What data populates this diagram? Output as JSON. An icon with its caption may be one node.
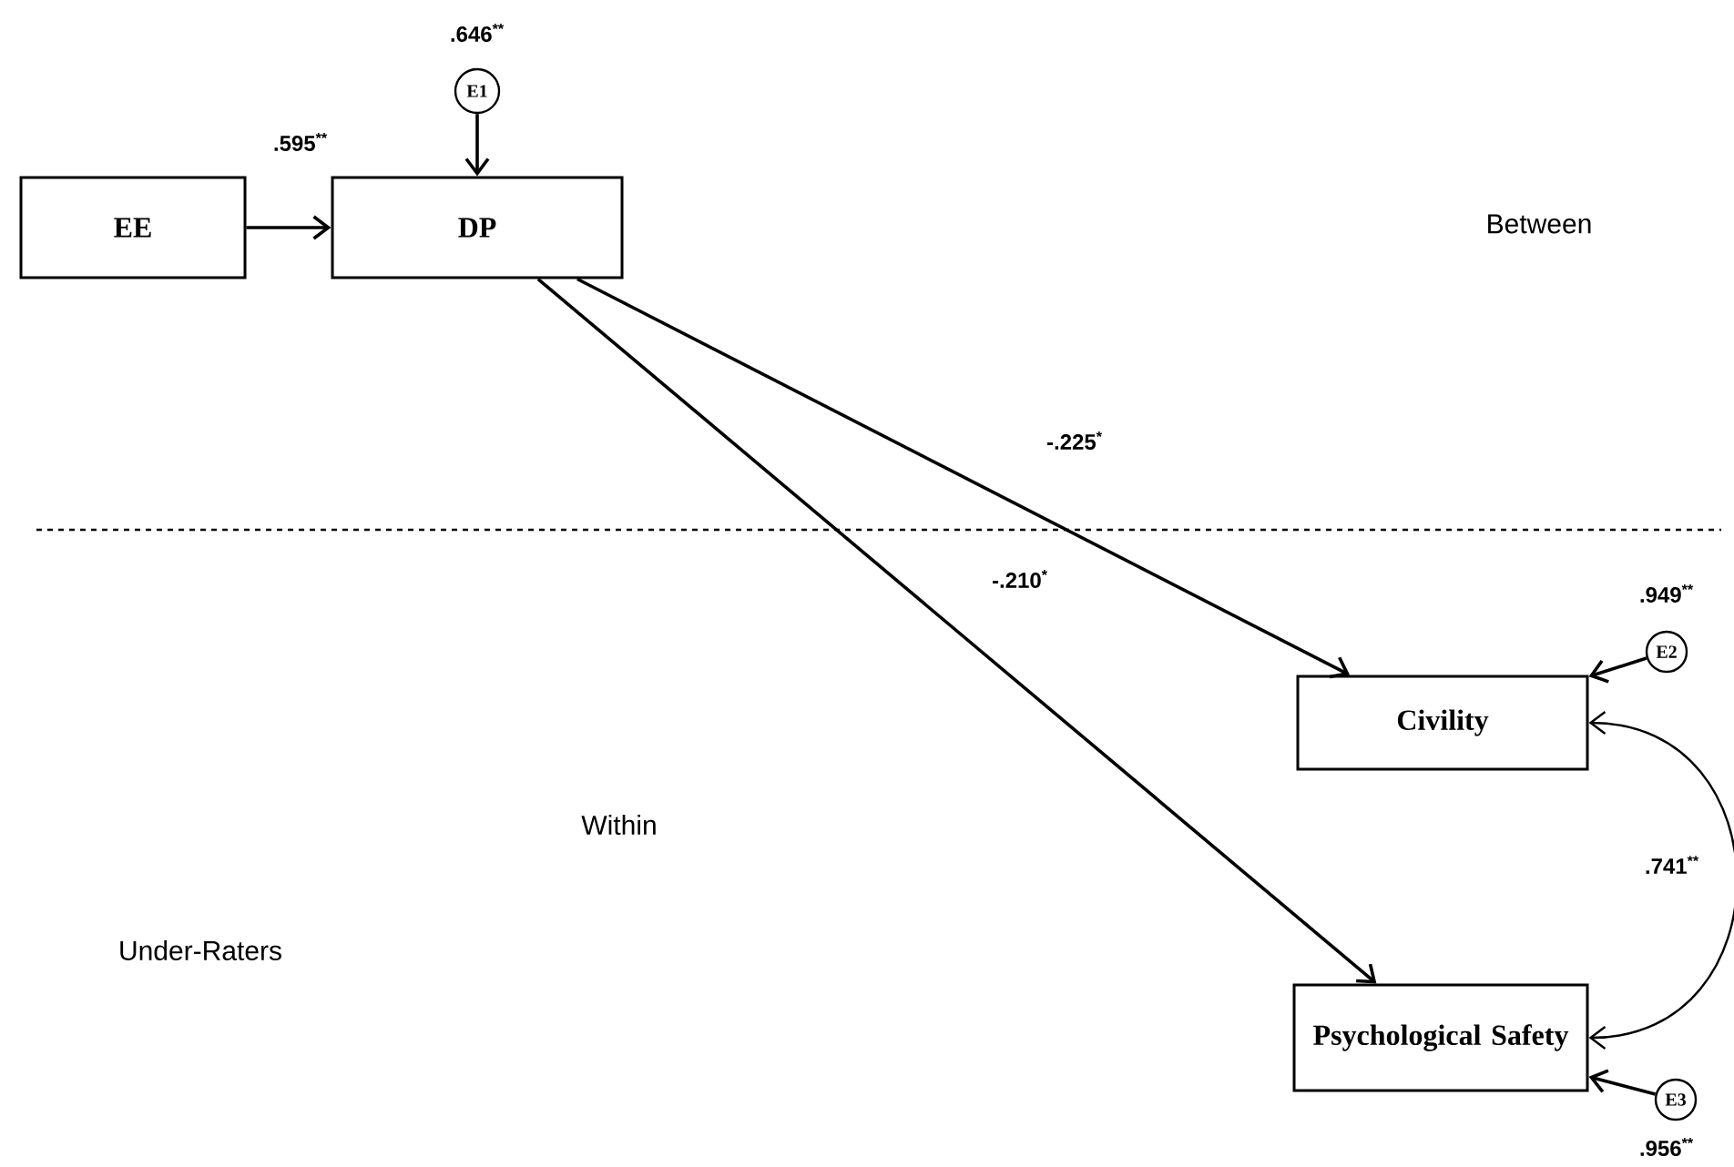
{
  "diagram": {
    "nodes": [
      {
        "text": [
          "EE"
        ]
      },
      {
        "text": [
          "DP"
        ]
      },
      {
        "text": [
          "E1"
        ],
        "beside": [
          ".646$^{**}$"
        ]
      },
      {
        "text": [
          "Civility"
        ]
      },
      {
        "text": [
          "E2"
        ],
        "beside": [
          ".949$^{**}$"
        ]
      },
      {
        "text": [
          "Psychological Safety"
        ]
      },
      {
        "text": [
          "E3"
        ],
        "beside": [
          ".956$^{**}$"
        ]
      }
    ],
    "edges": [
      {
        "from": 0,
        "to": 1,
        "arrow": "to",
        "label": ".595$^{**}$"
      },
      {
        "from": 2,
        "to": 1,
        "arrow": "to"
      },
      {
        "from": 1,
        "to": 3,
        "arrow": "to",
        "label": "-.225$^{*}$"
      },
      {
        "from": 1,
        "to": 5,
        "arrow": "to",
        "label": "-.210$^{*}$"
      },
      {
        "from": 4,
        "to": 3,
        "arrow": "to"
      },
      {
        "from": 3,
        "to": 5,
        "arrow": "both",
        "label": ".741$^{**}$"
      },
      {
        "from": 6,
        "to": 5,
        "arrow": "to"
      }
    ],
    "labels": [
      "Between",
      "Within",
      "Under-Raters"
    ]
  }
}
